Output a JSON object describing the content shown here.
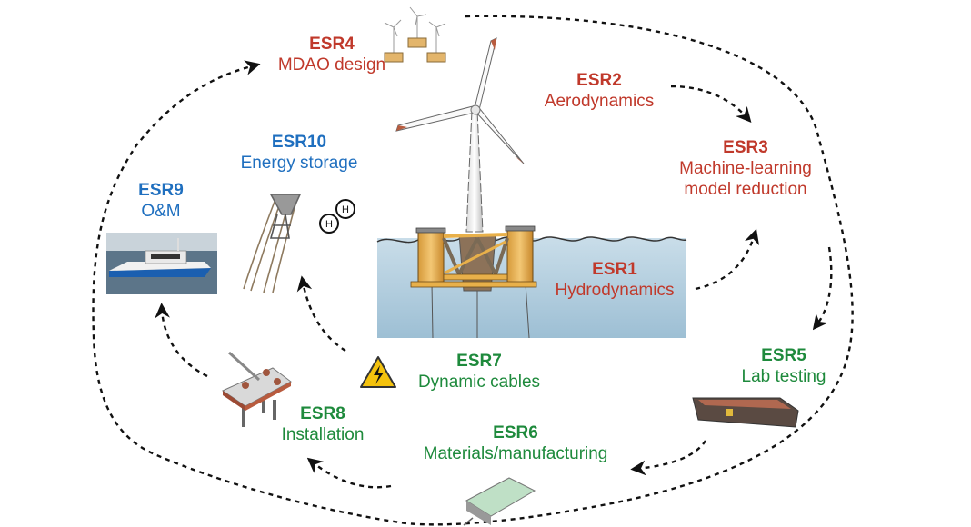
{
  "diagram": {
    "title": "Floating offshore wind research topics cycle",
    "colors": {
      "red_group": "#c0392b",
      "blue_group": "#1f6fbf",
      "green_group": "#1e8a3c",
      "arrow": "#111111",
      "water": "#a9c8db",
      "platform": "#e8b04a"
    },
    "nodes": [
      {
        "id": "ESR1",
        "code": "ESR1",
        "name": "Hydrodynamics",
        "group": "red"
      },
      {
        "id": "ESR2",
        "code": "ESR2",
        "name": "Aerodynamics",
        "group": "red"
      },
      {
        "id": "ESR3",
        "code": "ESR3",
        "name": "Machine-learning",
        "name2": "model reduction",
        "group": "red"
      },
      {
        "id": "ESR4",
        "code": "ESR4",
        "name": "MDAO design",
        "group": "red"
      },
      {
        "id": "ESR5",
        "code": "ESR5",
        "name": "Lab testing",
        "group": "green"
      },
      {
        "id": "ESR6",
        "code": "ESR6",
        "name": "Materials/manufacturing",
        "group": "green"
      },
      {
        "id": "ESR7",
        "code": "ESR7",
        "name": "Dynamic cables",
        "group": "green"
      },
      {
        "id": "ESR8",
        "code": "ESR8",
        "name": "Installation",
        "group": "green"
      },
      {
        "id": "ESR9",
        "code": "ESR9",
        "name": "O&M",
        "group": "blue"
      },
      {
        "id": "ESR10",
        "code": "ESR10",
        "name": "Energy storage",
        "group": "blue"
      }
    ],
    "hydrogen_label": "H",
    "edges": [
      {
        "from": "ESR2",
        "to": "ESR3"
      },
      {
        "from": "ESR1",
        "to": "ESR3"
      },
      {
        "from": "ESR3",
        "to": "ESR5"
      },
      {
        "from": "ESR5",
        "to": "ESR6"
      },
      {
        "from": "ESR6",
        "to": "ESR8"
      },
      {
        "from": "ESR8",
        "to": "ESR9"
      },
      {
        "from": "ESR7",
        "to": "ESR10"
      },
      {
        "from": "outer-loop",
        "to": "ESR4"
      }
    ],
    "icons": [
      "wind-farm-icon",
      "floating-wind-turbine-icon",
      "boat-photo",
      "power-pylon-icon",
      "hydrogen-molecule-icon",
      "high-voltage-warning-icon",
      "jackup-vessel-icon",
      "wave-tank-icon",
      "factory-icon"
    ]
  }
}
